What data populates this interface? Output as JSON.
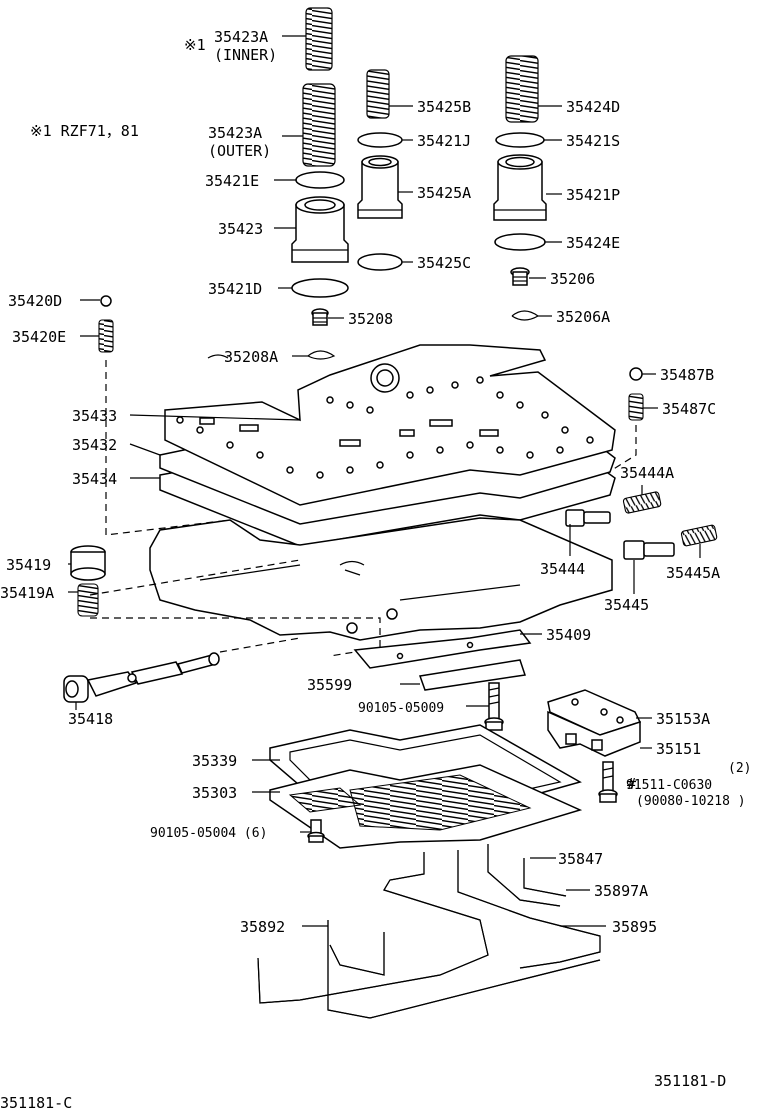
{
  "note": {
    "inner_prefix": "※1",
    "model": "※1 RZF71，81"
  },
  "labels": {
    "p35423A_inner": "35423A",
    "p35423A_inner_sub": "(INNER)",
    "p35423A_outer": "35423A",
    "p35423A_outer_sub": "(OUTER)",
    "p35425B": "35425B",
    "p35424D": "35424D",
    "p35421J": "35421J",
    "p35421S": "35421S",
    "p35421E": "35421E",
    "p35425A": "35425A",
    "p35421P": "35421P",
    "p35423": "35423",
    "p35424E": "35424E",
    "p35425C": "35425C",
    "p35206": "35206",
    "p35421D": "35421D",
    "p35420D": "35420D",
    "p35208": "35208",
    "p35206A": "35206A",
    "p35420E": "35420E",
    "p35208A": "35208A",
    "p35487B": "35487B",
    "p35433": "35433",
    "p35487C": "35487C",
    "p35432": "35432",
    "p35434": "35434",
    "p35444A": "35444A",
    "p35419": "35419",
    "p35444": "35444",
    "p35445A": "35445A",
    "p35419A": "35419A",
    "p35445": "35445",
    "p35409": "35409",
    "p35599": "35599",
    "p90105_05009": "90105-05009",
    "p35153A": "35153A",
    "p35418": "35418",
    "p35151": "35151",
    "p35339": "35339",
    "qty2": "(2)",
    "p91511": "91511-C0630",
    "p90080": "(90080-10218 )",
    "p35303": "35303",
    "p90105_05004": "90105-05004 (6)",
    "p35847": "35847",
    "p35897A": "35897A",
    "p35892": "35892",
    "p35895": "35895"
  },
  "footer": {
    "left_code": "351181-C",
    "right_code": "351181-D"
  }
}
